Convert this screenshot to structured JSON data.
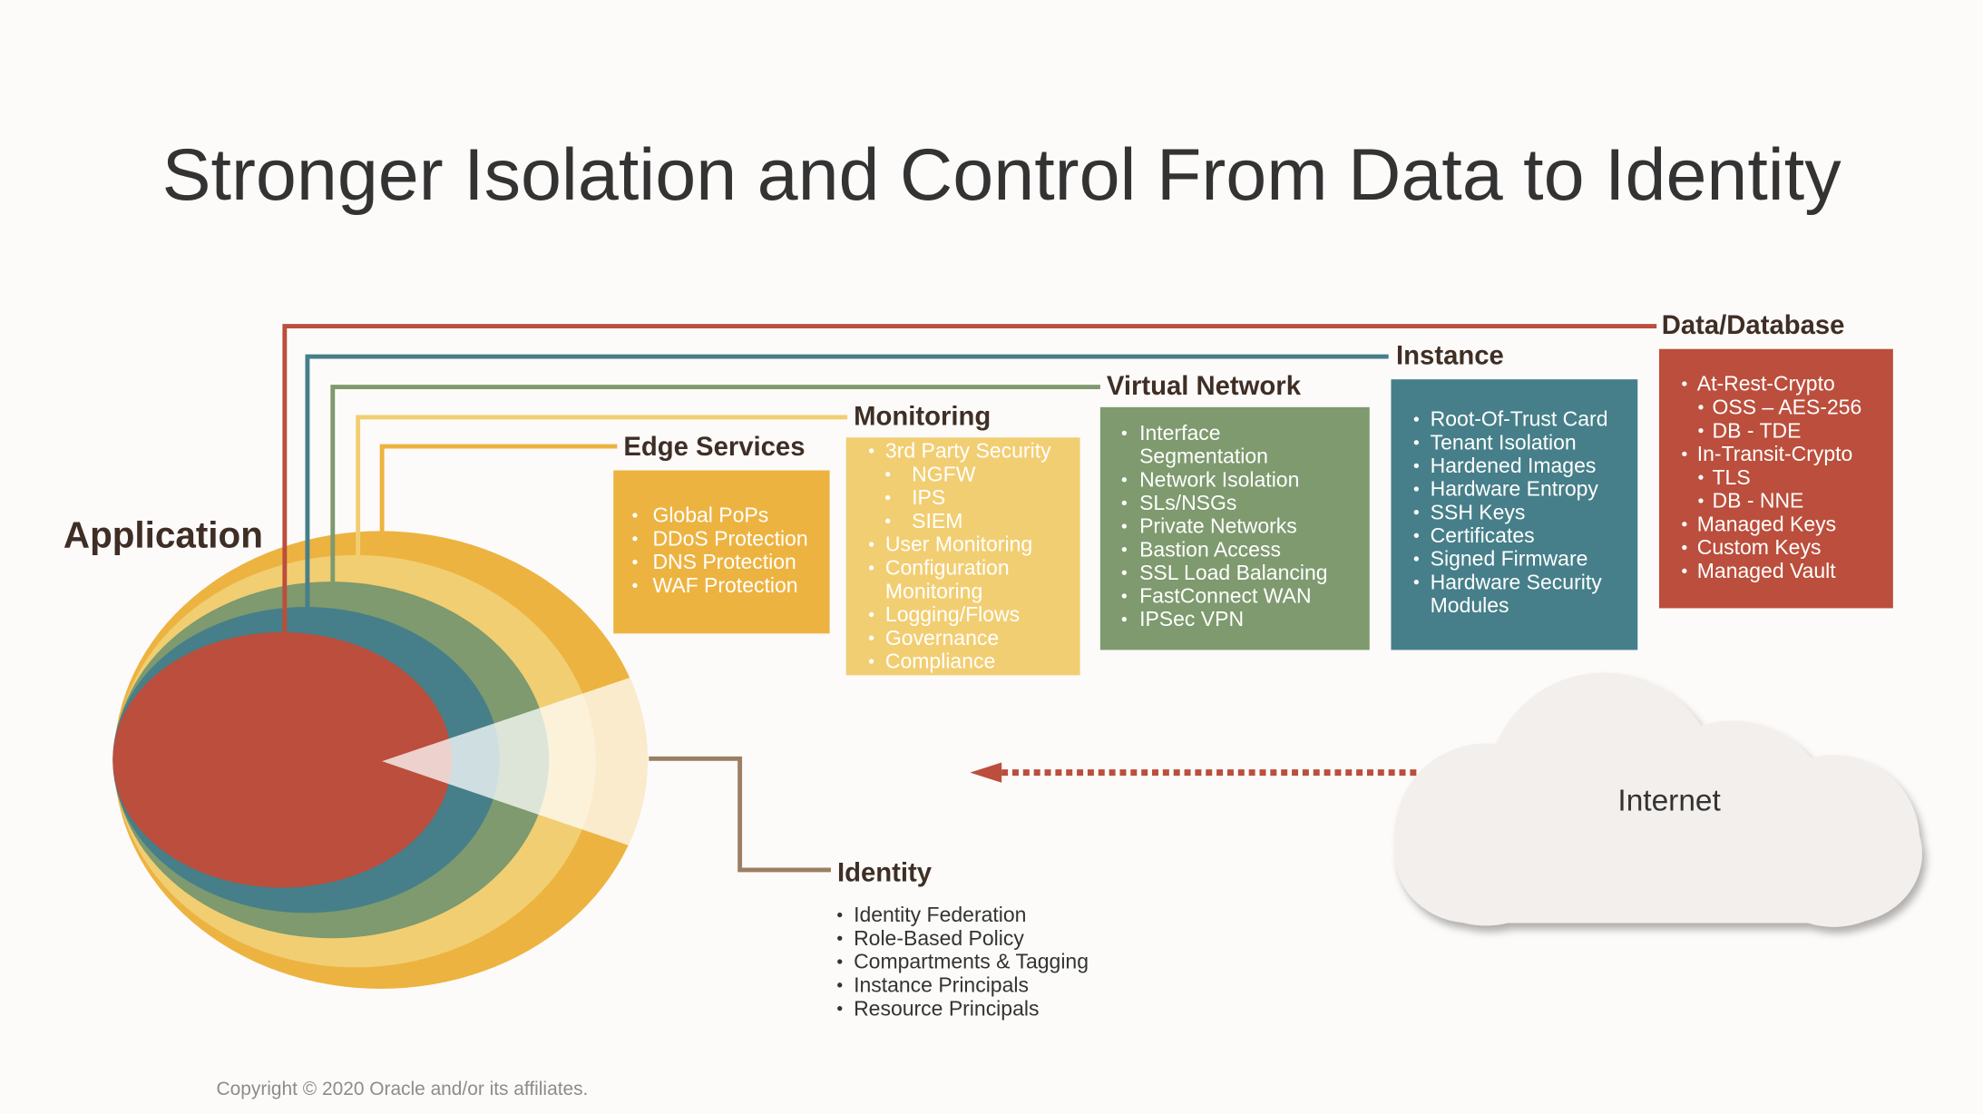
{
  "title": "Stronger Isolation and Control From Data to Identity",
  "application_label": "Application",
  "colors": {
    "data": "#BB4E3C",
    "instance": "#467F89",
    "network": "#7E9A6E",
    "monitoring": "#F2CE72",
    "edge": "#EDB340",
    "identity": "#9C7E62",
    "cloud": "#F2EFEC"
  },
  "panels": [
    {
      "id": "edge",
      "title": "Edge Services",
      "items": [
        {
          "level": 0,
          "lines": [
            "Global PoPs"
          ]
        },
        {
          "level": 0,
          "lines": [
            "DDoS Protection"
          ]
        },
        {
          "level": 0,
          "lines": [
            "DNS Protection"
          ]
        },
        {
          "level": 0,
          "lines": [
            "WAF Protection"
          ]
        }
      ]
    },
    {
      "id": "monitoring",
      "title": "Monitoring",
      "items": [
        {
          "level": 0,
          "lines": [
            "3rd Party Security"
          ]
        },
        {
          "level": 1,
          "lines": [
            "NGFW"
          ]
        },
        {
          "level": 1,
          "lines": [
            "IPS"
          ]
        },
        {
          "level": 1,
          "lines": [
            "SIEM"
          ]
        },
        {
          "level": 0,
          "lines": [
            "User Monitoring"
          ]
        },
        {
          "level": 0,
          "lines": [
            "Configuration",
            "Monitoring"
          ]
        },
        {
          "level": 0,
          "lines": [
            "Logging/Flows"
          ]
        },
        {
          "level": 0,
          "lines": [
            "Governance"
          ]
        },
        {
          "level": 0,
          "lines": [
            "Compliance"
          ]
        }
      ]
    },
    {
      "id": "network",
      "title": "Virtual Network",
      "items": [
        {
          "level": 0,
          "lines": [
            "Interface",
            "Segmentation"
          ]
        },
        {
          "level": 0,
          "lines": [
            "Network Isolation"
          ]
        },
        {
          "level": 0,
          "lines": [
            "SLs/NSGs"
          ]
        },
        {
          "level": 0,
          "lines": [
            "Private Networks"
          ]
        },
        {
          "level": 0,
          "lines": [
            "Bastion Access"
          ]
        },
        {
          "level": 0,
          "lines": [
            "SSL Load Balancing"
          ]
        },
        {
          "level": 0,
          "lines": [
            "FastConnect WAN"
          ]
        },
        {
          "level": 0,
          "lines": [
            "IPSec VPN"
          ]
        }
      ]
    },
    {
      "id": "instance",
      "title": "Instance",
      "items": [
        {
          "level": 0,
          "lines": [
            "Root-Of-Trust Card"
          ]
        },
        {
          "level": 0,
          "lines": [
            "Tenant Isolation"
          ]
        },
        {
          "level": 0,
          "lines": [
            "Hardened Images"
          ]
        },
        {
          "level": 0,
          "lines": [
            "Hardware Entropy"
          ]
        },
        {
          "level": 0,
          "lines": [
            "SSH Keys"
          ]
        },
        {
          "level": 0,
          "lines": [
            "Certificates"
          ]
        },
        {
          "level": 0,
          "lines": [
            "Signed Firmware"
          ]
        },
        {
          "level": 0,
          "lines": [
            "Hardware Security",
            "Modules"
          ]
        }
      ]
    },
    {
      "id": "data",
      "title": "Data/Database",
      "items": [
        {
          "level": 0,
          "lines": [
            "At-Rest-Crypto"
          ]
        },
        {
          "level": 1,
          "lines": [
            "OSS – AES-256"
          ]
        },
        {
          "level": 1,
          "lines": [
            "DB - TDE"
          ]
        },
        {
          "level": 0,
          "lines": [
            "In-Transit-Crypto"
          ]
        },
        {
          "level": 1,
          "lines": [
            "TLS"
          ]
        },
        {
          "level": 1,
          "lines": [
            "DB - NNE"
          ]
        },
        {
          "level": 0,
          "lines": [
            "Managed Keys"
          ]
        },
        {
          "level": 0,
          "lines": [
            "Custom Keys"
          ]
        },
        {
          "level": 0,
          "lines": [
            "Managed Vault"
          ]
        }
      ]
    },
    {
      "id": "identity",
      "title": "Identity",
      "items": [
        {
          "level": 0,
          "lines": [
            "Identity Federation"
          ]
        },
        {
          "level": 0,
          "lines": [
            "Role-Based Policy"
          ]
        },
        {
          "level": 0,
          "lines": [
            "Compartments & Tagging"
          ]
        },
        {
          "level": 0,
          "lines": [
            "Instance Principals"
          ]
        },
        {
          "level": 0,
          "lines": [
            "Resource Principals"
          ]
        }
      ]
    }
  ],
  "internet_label": "Internet",
  "copyright": "Copyright © 2020 Oracle and/or its affiliates."
}
